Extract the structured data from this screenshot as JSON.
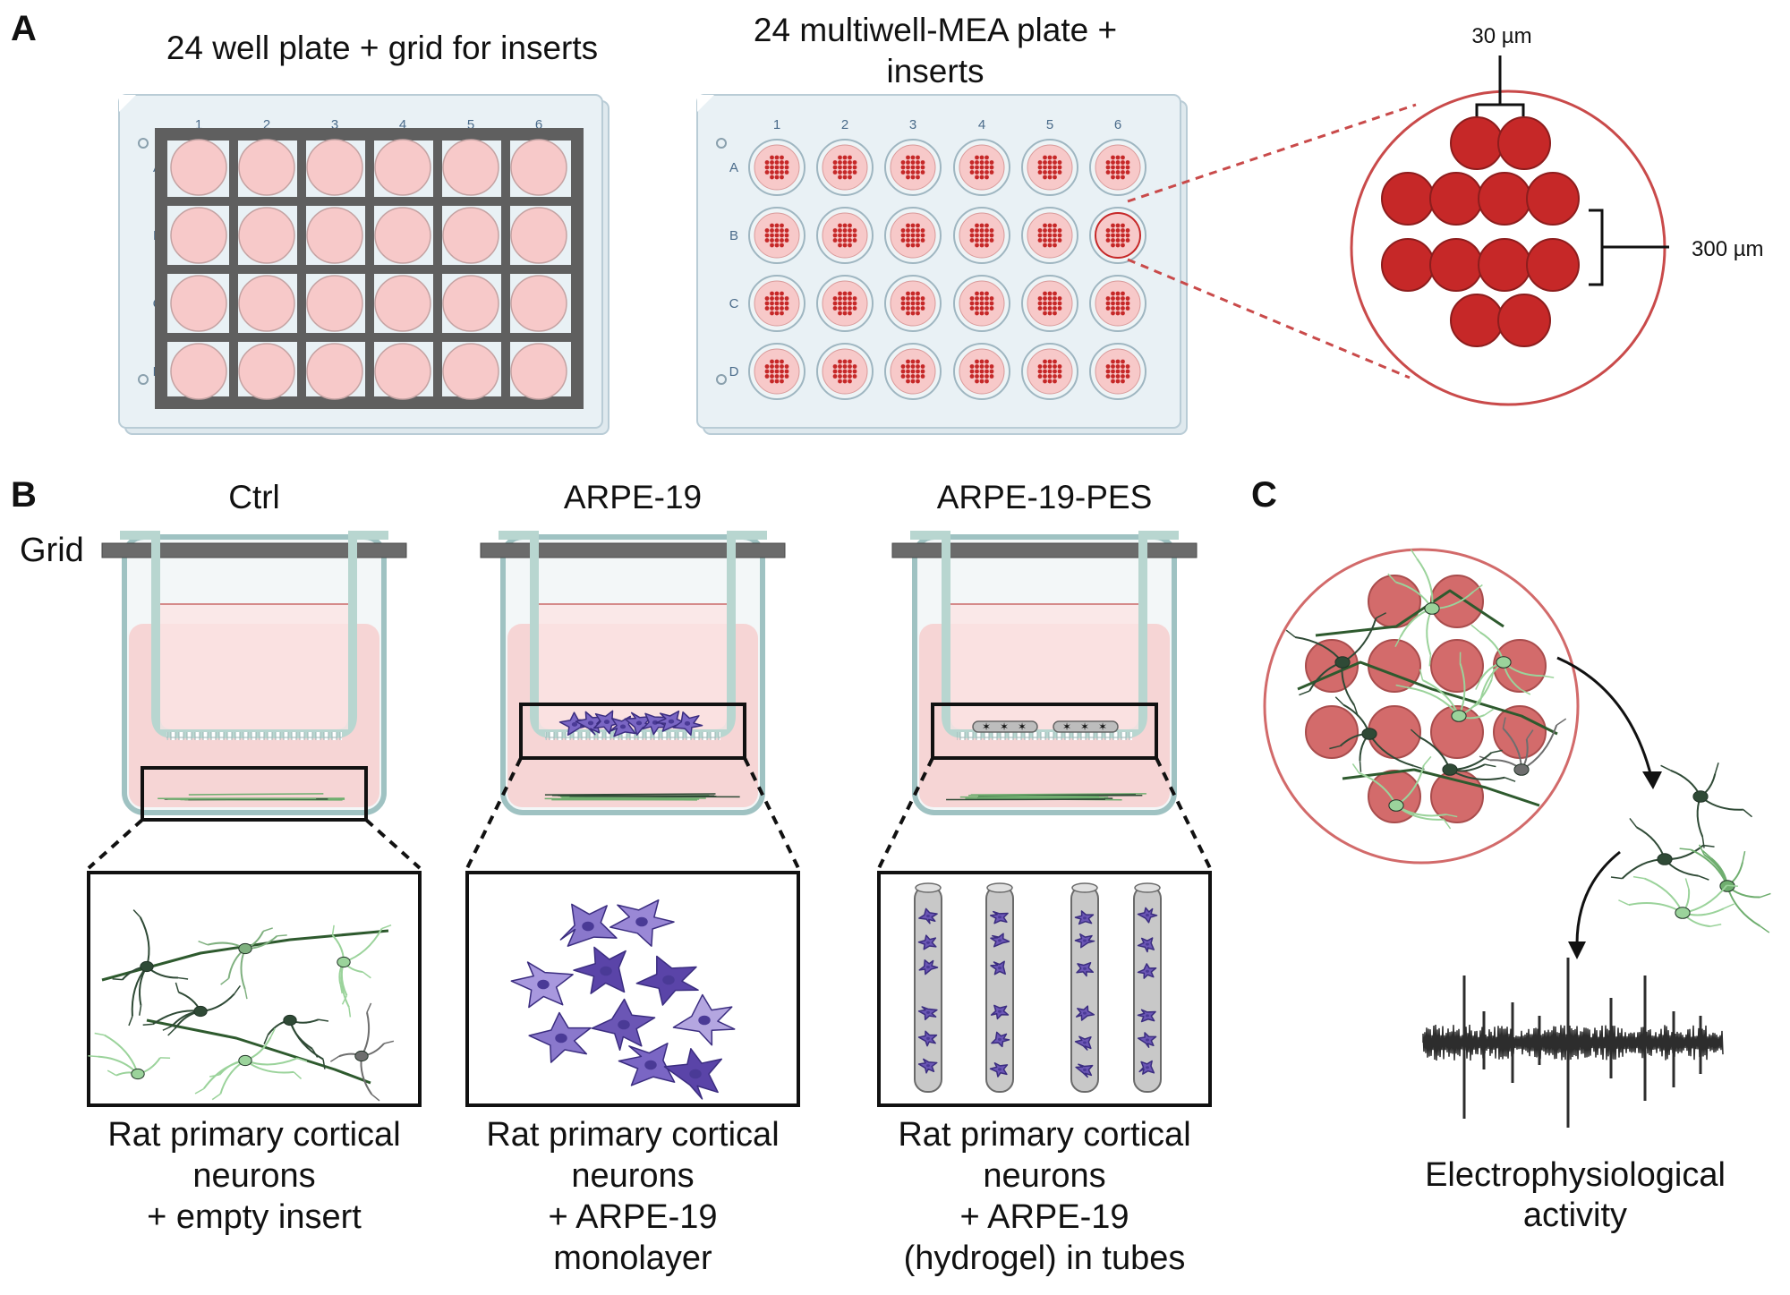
{
  "panels": {
    "a": "A",
    "b": "B",
    "c": "C"
  },
  "panel_a": {
    "plate1_title": "24 well plate + grid for inserts",
    "plate2_title_line1": "24 multiwell-MEA plate +",
    "plate2_title_line2": "inserts",
    "columns": [
      "1",
      "2",
      "3",
      "4",
      "5",
      "6"
    ],
    "rows": [
      "A",
      "B",
      "C",
      "D"
    ],
    "dim_spacing": "30 µm",
    "dim_pitch": "300 µm"
  },
  "panel_b": {
    "grid_label": "Grid",
    "conditions": [
      {
        "title": "Ctrl",
        "caption": [
          "Rat primary cortical",
          "neurons",
          "+ empty insert"
        ]
      },
      {
        "title": "ARPE-19",
        "caption": [
          "Rat primary cortical",
          "neurons",
          "+ ARPE-19",
          "monolayer"
        ]
      },
      {
        "title": "ARPE-19-PES",
        "caption": [
          "Rat primary cortical",
          "neurons",
          "+ ARPE-19",
          "(hydrogel) in tubes"
        ]
      }
    ]
  },
  "panel_c": {
    "caption_line1": "Electrophysiological",
    "caption_line2": "activity"
  },
  "colors": {
    "well_fill": "#f7c9c9",
    "electrode": "#c62828",
    "grid": "#5f5f5f",
    "plate": "#e8f0f4",
    "medium": "#f6cfcf",
    "neuron_dark": "#2f4a36",
    "neuron_light": "#9bd39b",
    "arpe": "#6b56b5"
  }
}
